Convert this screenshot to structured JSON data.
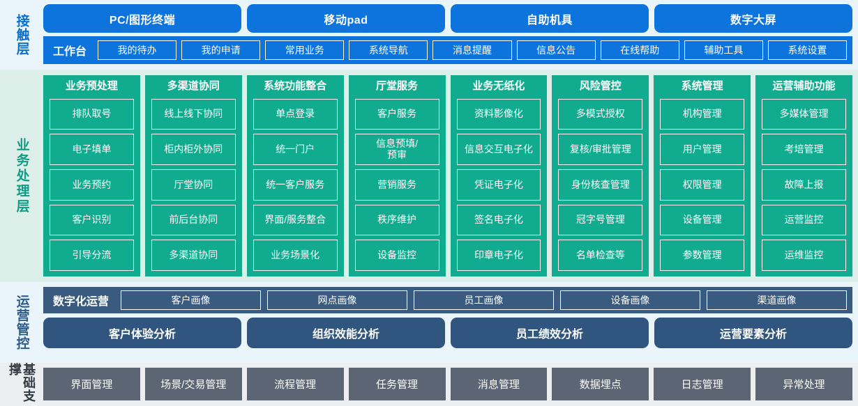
{
  "layers": {
    "contact": {
      "label": "接触层",
      "channels": [
        "PC/图形终端",
        "移动pad",
        "自助机具",
        "数字大屏"
      ],
      "workbench_title": "工作台",
      "workbench_items": [
        "我的待办",
        "我的申请",
        "常用业务",
        "系统导航",
        "消息提醒",
        "信息公告",
        "在线帮助",
        "辅助工具",
        "系统设置"
      ]
    },
    "business": {
      "label": "业务处理层",
      "columns": [
        {
          "title": "业务预处理",
          "items": [
            "排队取号",
            "电子填单",
            "业务预约",
            "客户识别",
            "引导分流"
          ]
        },
        {
          "title": "多渠道协同",
          "items": [
            "线上线下协同",
            "柜内柜外协同",
            "厅堂协同",
            "前后台协同",
            "多渠道协同"
          ]
        },
        {
          "title": "系统功能整合",
          "items": [
            "单点登录",
            "统一门户",
            "统一客户服务",
            "界面/服务整合",
            "业务场景化"
          ]
        },
        {
          "title": "厅堂服务",
          "items": [
            "客户服务",
            "信息预填/\n预审",
            "营销服务",
            "秩序维护",
            "设备监控"
          ]
        },
        {
          "title": "业务无纸化",
          "items": [
            "资料影像化",
            "信息交互电子化",
            "凭证电子化",
            "签名电子化",
            "印章电子化"
          ]
        },
        {
          "title": "风险管控",
          "items": [
            "多模式授权",
            "复核/审批管理",
            "身份核查管理",
            "冠字号管理",
            "名单检查等"
          ]
        },
        {
          "title": "系统管理",
          "items": [
            "机构管理",
            "用户管理",
            "权限管理",
            "设备管理",
            "参数管理"
          ]
        },
        {
          "title": "运营辅助功能",
          "items": [
            "多媒体管理",
            "考培管理",
            "故障上报",
            "运营监控",
            "运维监控"
          ]
        }
      ]
    },
    "operations": {
      "label": "运营管控",
      "portrait_title": "数字化运营",
      "portrait_items": [
        "客户画像",
        "网点画像",
        "员工画像",
        "设备画像",
        "渠道画像"
      ],
      "analysis_items": [
        "客户体验分析",
        "组织效能分析",
        "员工绩效分析",
        "运营要素分析"
      ]
    },
    "foundation": {
      "label": "基础支撑",
      "items": [
        "界面管理",
        "场景/交易管理",
        "流程管理",
        "任务管理",
        "消息管理",
        "数据埋点",
        "日志管理",
        "异常处理"
      ]
    }
  },
  "colors": {
    "contact_band_bg": "#e9f4fb",
    "contact_blue": "#0d74dd",
    "business_band_bg": "#ddefe9",
    "business_teal": "#11ab90",
    "business_label": "#0f9b84",
    "ops_band_bg": "#e9f4fb",
    "ops_slate": "#3a5b80",
    "ops_analysis": "#30567f",
    "foundation_band_bg": "#eceef0",
    "foundation_gray": "#5b6573"
  }
}
